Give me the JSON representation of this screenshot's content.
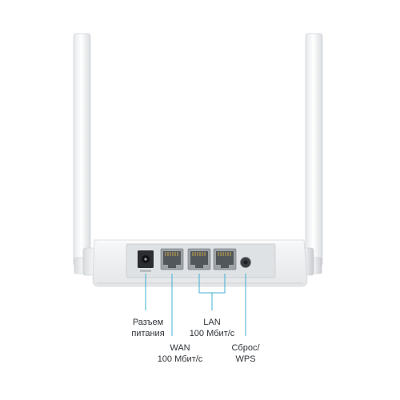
{
  "labels": {
    "power": {
      "line1": "Разъем",
      "line2": "питания"
    },
    "lan": {
      "line1": "LAN",
      "line2": "100 Мбит/с"
    },
    "wan": {
      "line1": "WAN",
      "line2": "100 Мбит/с"
    },
    "wps": {
      "line1": "Сброс/",
      "line2": "WPS"
    }
  },
  "colors": {
    "leader_line": "#3fb0d2",
    "router_body": "#f3f4f5",
    "port_panel": "#dcdfe2"
  }
}
